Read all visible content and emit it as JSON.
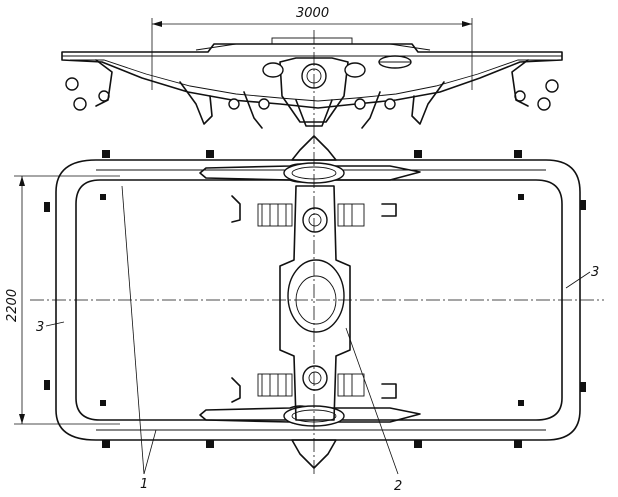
{
  "dimensions": {
    "top_length": "3000",
    "side_width": "2200"
  },
  "callouts": {
    "side_frame": "1",
    "bolster": "2",
    "end_beam_right": "3",
    "end_beam_left": "3"
  }
}
